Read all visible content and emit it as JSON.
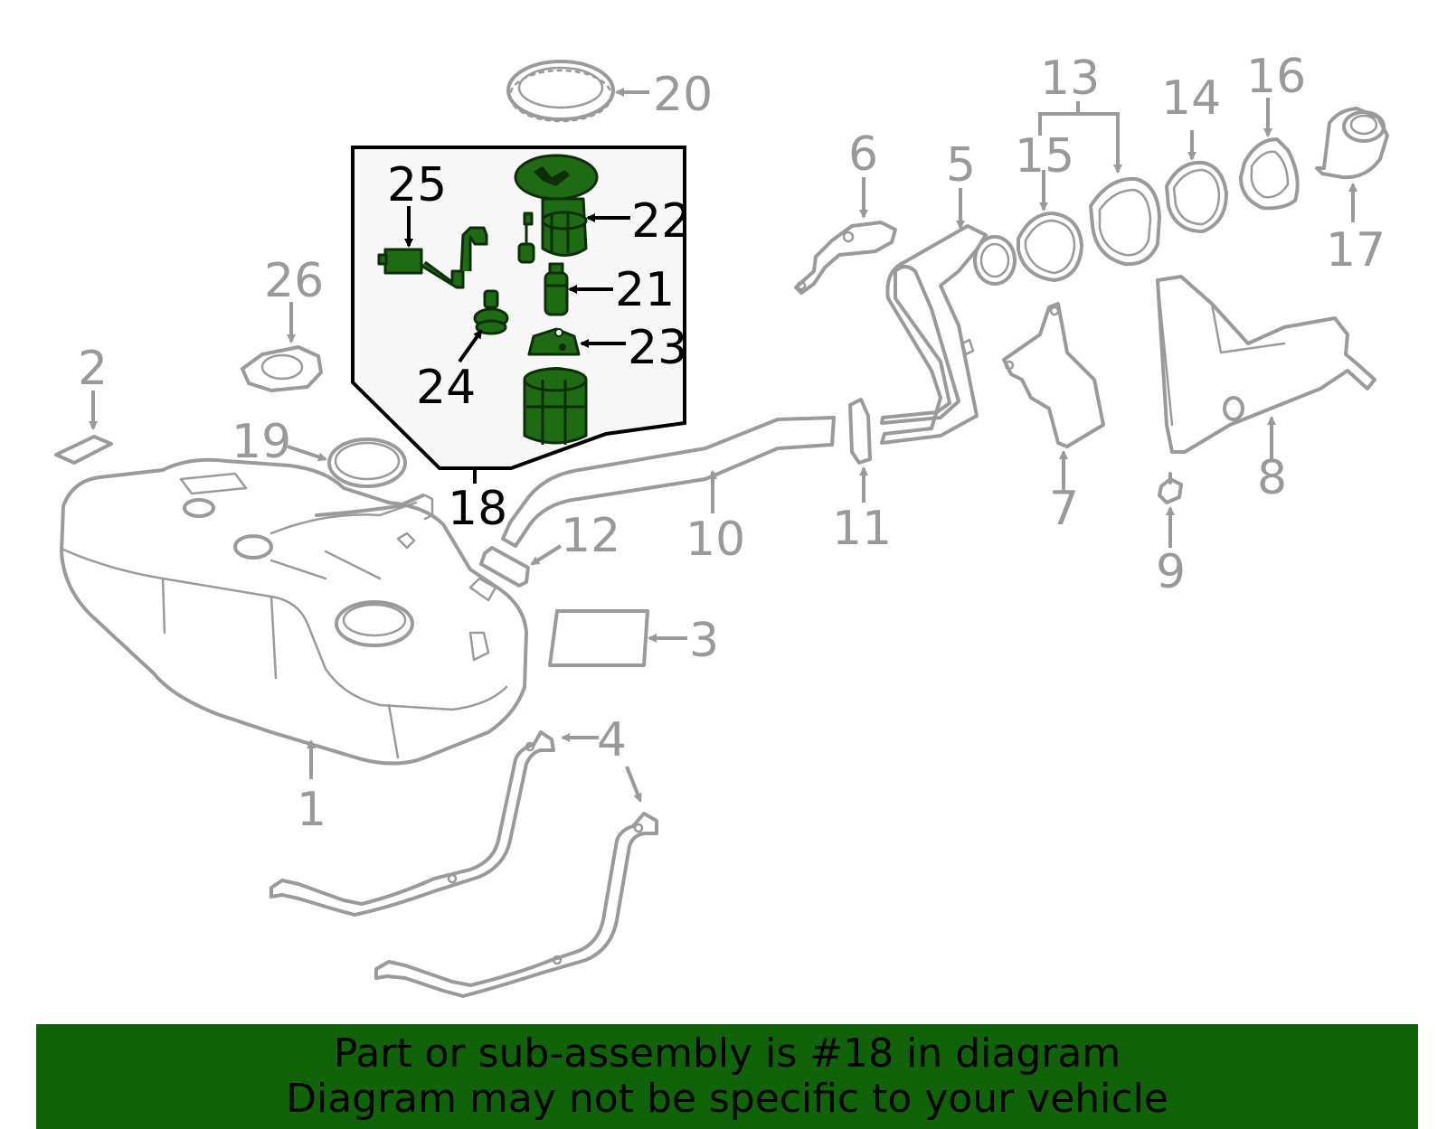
{
  "callouts": {
    "n1": "1",
    "n2": "2",
    "n3": "3",
    "n4": "4",
    "n5": "5",
    "n6": "6",
    "n7": "7",
    "n8": "8",
    "n9": "9",
    "n10": "10",
    "n11": "11",
    "n12": "12",
    "n13": "13",
    "n14": "14",
    "n15": "15",
    "n16": "16",
    "n17": "17",
    "n18": "18",
    "n19": "19",
    "n20": "20",
    "n21": "21",
    "n22": "22",
    "n23": "23",
    "n24": "24",
    "n25": "25",
    "n26": "26"
  },
  "highlight": {
    "part": "18",
    "color": "#1e6b14",
    "box_fill": "#f7f7f7"
  },
  "banner": {
    "line1": "Part or sub-assembly is #18 in diagram",
    "line2": "Diagram may not be specific to your vehicle",
    "color": "#116309"
  }
}
